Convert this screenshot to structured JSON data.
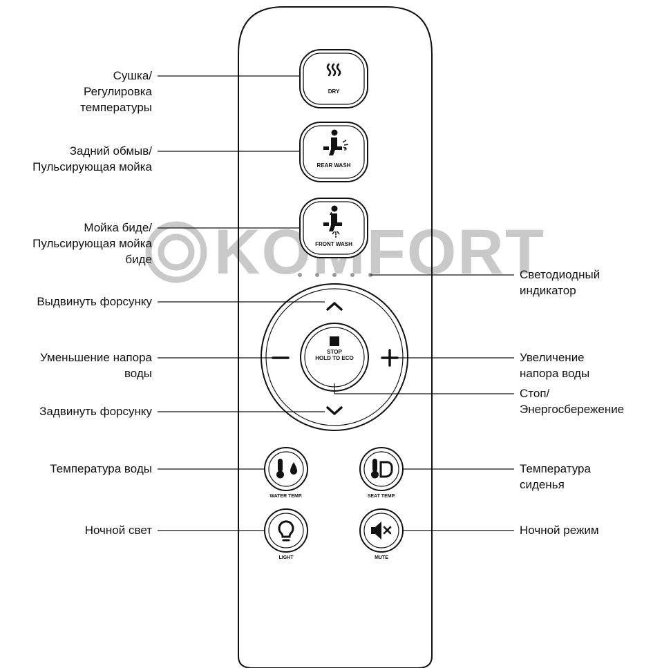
{
  "watermark": {
    "text": "KOMFORT",
    "color": "#c9c9c9"
  },
  "colors": {
    "line": "#111111",
    "indicator": "#9a9a9a"
  },
  "remote": {
    "buttons": {
      "dry": {
        "caption": "DRY",
        "icon": "heat-waves-icon"
      },
      "rear_wash": {
        "caption": "REAR WASH",
        "icon": "rear-wash-person-icon"
      },
      "front_wash": {
        "caption": "FRONT WASH",
        "icon": "front-wash-person-icon"
      },
      "stop": {
        "caption_1": "STOP",
        "caption_2": "HOLD TO ECO",
        "icon": "stop-square-icon"
      },
      "nozzle_out": {
        "icon": "chevron-up-icon"
      },
      "nozzle_in": {
        "icon": "chevron-down-icon"
      },
      "pressure_down": {
        "icon": "minus-icon"
      },
      "pressure_up": {
        "icon": "plus-icon"
      },
      "water_temp": {
        "caption": "WATER TEMP.",
        "icon": "thermometer-drop-icon"
      },
      "seat_temp": {
        "caption": "SEAT TEMP.",
        "icon": "thermometer-seat-icon"
      },
      "light": {
        "caption": "LIGHT",
        "icon": "lightbulb-icon"
      },
      "mute": {
        "caption": "MUTE",
        "icon": "speaker-mute-icon"
      }
    },
    "led_count": 5
  },
  "labels": {
    "dry": [
      "Сушка/",
      "Регулировка",
      "температуры"
    ],
    "rear_wash": [
      "Задний обмыв/",
      "Пульсирующая мойка"
    ],
    "front_wash": [
      "Мойка биде/",
      "Пульсирующая мойка",
      "биде"
    ],
    "led": [
      "Светодиодный",
      "индикатор"
    ],
    "nozzle_out": [
      "Выдвинуть форсунку"
    ],
    "pressure_down": [
      "Уменьшение напора",
      "воды"
    ],
    "pressure_up": [
      "Увеличение",
      "напора воды"
    ],
    "stop": [
      "Стоп/",
      "Энергосбережение"
    ],
    "nozzle_in": [
      "Задвинуть форсунку"
    ],
    "water_temp": [
      "Температура воды"
    ],
    "seat_temp": [
      "Температура",
      "сиденья"
    ],
    "light": [
      "Ночной свет"
    ],
    "mute": [
      "Ночной режим"
    ]
  }
}
